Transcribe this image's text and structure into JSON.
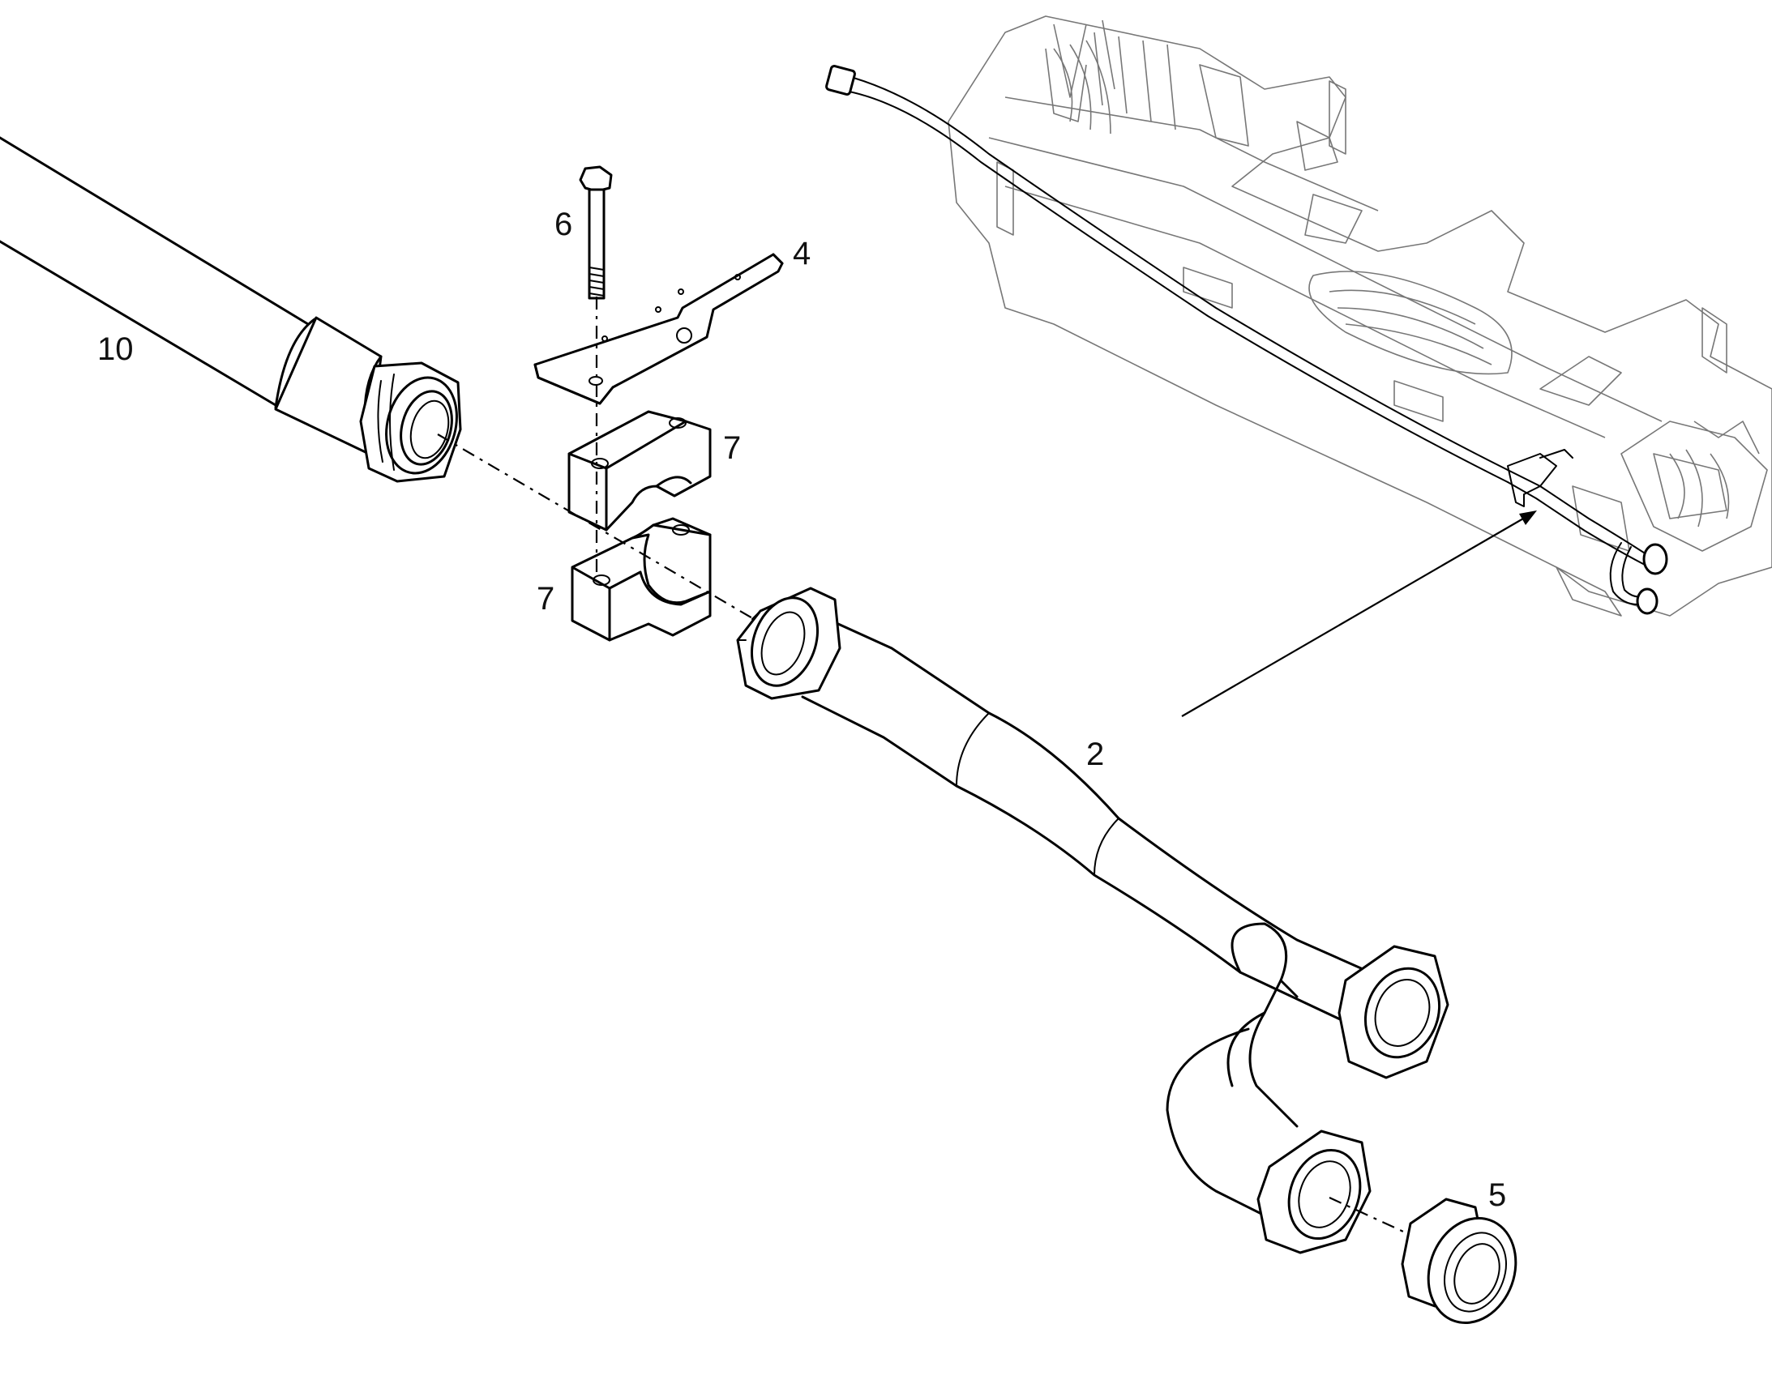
{
  "diagram": {
    "type": "exploded-parts-view",
    "callouts": [
      {
        "id": "part-10",
        "label": "10"
      },
      {
        "id": "part-6",
        "label": "6"
      },
      {
        "id": "part-4",
        "label": "4"
      },
      {
        "id": "part-7-upper",
        "label": "7"
      },
      {
        "id": "part-7-lower",
        "label": "7"
      },
      {
        "id": "part-2",
        "label": "2"
      },
      {
        "id": "part-5",
        "label": "5"
      }
    ]
  }
}
